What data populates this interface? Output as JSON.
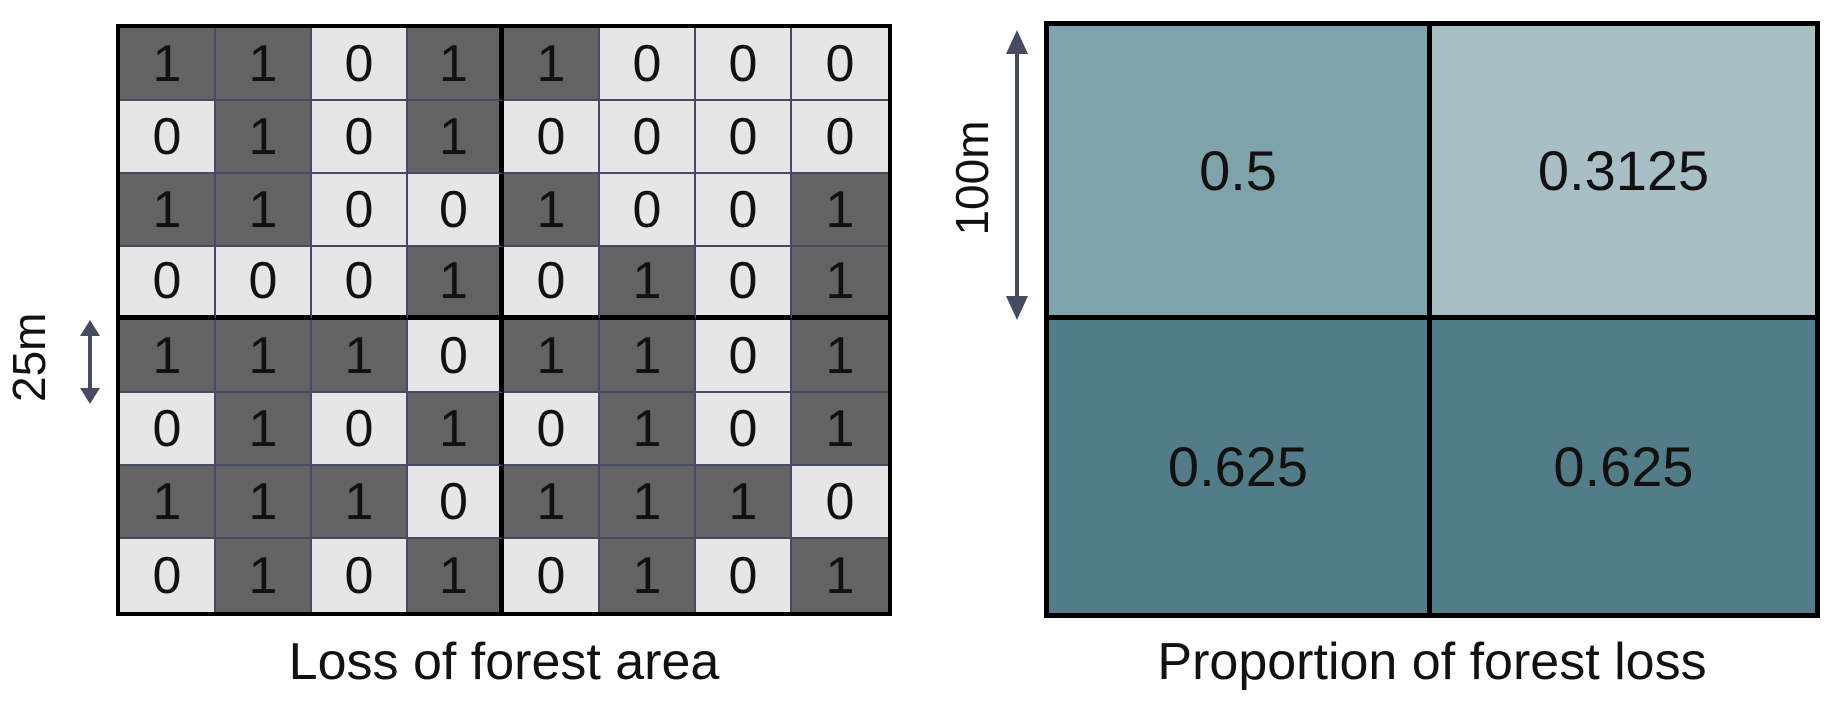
{
  "loss_grid": [
    [
      1,
      1,
      0,
      1,
      1,
      0,
      0,
      0
    ],
    [
      0,
      1,
      0,
      1,
      0,
      0,
      0,
      0
    ],
    [
      1,
      1,
      0,
      0,
      1,
      0,
      0,
      1
    ],
    [
      0,
      0,
      0,
      1,
      0,
      1,
      0,
      1
    ],
    [
      1,
      1,
      1,
      0,
      1,
      1,
      0,
      1
    ],
    [
      0,
      1,
      0,
      1,
      0,
      1,
      0,
      1
    ],
    [
      1,
      1,
      1,
      0,
      1,
      1,
      1,
      0
    ],
    [
      0,
      1,
      0,
      1,
      0,
      1,
      0,
      1
    ]
  ],
  "proportion_grid": [
    [
      "0.5",
      "0.3125"
    ],
    [
      "0.625",
      "0.625"
    ]
  ],
  "proportion_colors": [
    [
      "#7fa3ab",
      "#a8c0c5"
    ],
    [
      "#527d88",
      "#527d88"
    ]
  ],
  "colors": {
    "loss": "#636363",
    "no_loss": "#e6e6e6",
    "arrow": "#454c62"
  },
  "labels": {
    "left_caption": "Loss of forest area",
    "right_caption": "Proportion of forest loss",
    "cell_size": "25m",
    "block_size": "100m"
  }
}
